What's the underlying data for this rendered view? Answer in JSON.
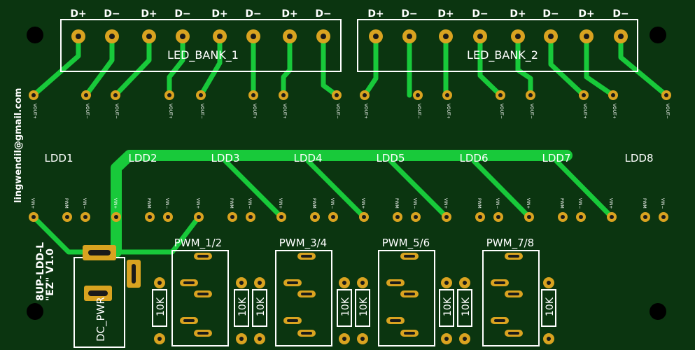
{
  "board": {
    "background": "#0b3510",
    "trace_color": "#18c93a",
    "pad_color": "#d9a320",
    "silk_color": "#ffffff"
  },
  "banks": [
    {
      "label": "LED_BANK_1",
      "pin_labels": [
        "D+",
        "D−",
        "D+",
        "D−",
        "D+",
        "D−",
        "D+",
        "D−"
      ]
    },
    {
      "label": "LED_BANK_2",
      "pin_labels": [
        "D+",
        "D−",
        "D+",
        "D−",
        "D+",
        "D−",
        "D+",
        "D−"
      ]
    }
  ],
  "vout_labels": [
    "VOUT+",
    "VOUT−",
    "VOUT−",
    "VOUT+",
    "VOUT−",
    "VOUT+",
    "VOUT+",
    "VOUT−",
    "VOUT+",
    "VOUT−",
    "VOUT+",
    "VOUT−",
    "VOUT−",
    "VOUT+",
    "VOUT+",
    "VOUT−"
  ],
  "drivers": [
    "LDD1",
    "LDD2",
    "LDD3",
    "LDD4",
    "LDD5",
    "LDD6",
    "LDD7",
    "LDD8"
  ],
  "driver_pin_labels": [
    "VIN+",
    "PWM",
    "VIN−"
  ],
  "pwm_headers": [
    "PWM_1/2",
    "PWM_3/4",
    "PWM_5/6",
    "PWM_7/8"
  ],
  "resistor_label": "10K",
  "dc_power_label": "DC_PWR",
  "email": "lingwendil@gmail.com",
  "title_line1": "8UP-LDD-L",
  "title_line2": "\"EZ\" V1.0"
}
